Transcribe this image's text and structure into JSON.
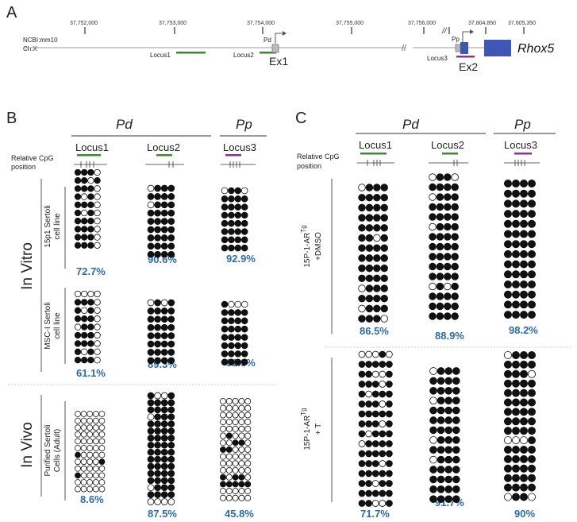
{
  "panel_labels": {
    "a": "A",
    "b": "B",
    "c": "C"
  },
  "genome": {
    "ticks": [
      "37,752,000",
      "37,753,000",
      "37,754,000",
      "37,755,000",
      "37,756,000",
      "37,804,850",
      "37,805,350"
    ],
    "ref_line1": "NCBI:mm10",
    "ref_line2": "Ch:X",
    "locus1": "Locus1",
    "locus2": "Locus2",
    "locus3": "Locus3",
    "pd": "Pd",
    "pp": "Pp",
    "ex1": "Ex1",
    "ex2": "Ex2",
    "gene": "Rhox5",
    "colors": {
      "locus12": "#3a8a2e",
      "locus3": "#8b2f9a",
      "exon": "#3e56b4"
    }
  },
  "panel_b": {
    "header_pd": "Pd",
    "header_pp": "Pp",
    "col_labels": [
      "Locus1",
      "Locus2",
      "Locus3"
    ],
    "cpg_line1": "Relative CpG",
    "cpg_line2": "position",
    "group_in_vitro": "In Vitro",
    "group_in_vivo": "In Vivo",
    "row_15p1_line1": "15p1 Sertoli",
    "row_15p1_line2": "cell line",
    "row_msc_line1": "MSC-I Sertoli",
    "row_msc_line2": "cell line",
    "row_purified_line1": "Purified Sertoli",
    "row_purified_line2": "Cells (Adult)",
    "percents": [
      [
        "72.7%",
        "90.6%",
        "92.9%"
      ],
      [
        "61.1%",
        "89.3%",
        "91.3%"
      ],
      [
        "8.6%",
        "87.5%",
        "45.8%"
      ]
    ]
  },
  "panel_c": {
    "header_pd": "Pd",
    "header_pp": "Pp",
    "col_labels": [
      "Locus1",
      "Locus2",
      "Locus3"
    ],
    "cpg_line1": "Relative CpG",
    "cpg_line2": "position",
    "row_dmso_line1": "15P-1-AR",
    "row_dmso_sup": "Tg",
    "row_dmso_line2": "+DMSO",
    "row_t_line1": "15P-1-AR",
    "row_t_sup": "Tg",
    "row_t_line2": "+ T",
    "percents": [
      [
        "86.5%",
        "88.9%",
        "98.2%"
      ],
      [
        "71.7%",
        "91.7%",
        "90%"
      ]
    ]
  },
  "methylation_blocks": [
    {
      "panel": "B",
      "row": "15p1",
      "locus": 1,
      "pattern": [
        "1110",
        "1101",
        "1110",
        "1010",
        "1110",
        "1010",
        "1110",
        "1110",
        "1110",
        "1110"
      ]
    },
    {
      "panel": "B",
      "row": "15p1",
      "locus": 2,
      "pattern": [
        "0111",
        "1111",
        "0111",
        "1111",
        "1111",
        "1111",
        "1111",
        "1111",
        "1111"
      ]
    },
    {
      "panel": "B",
      "row": "15p1",
      "locus": 3,
      "pattern": [
        "0110",
        "1111",
        "1111",
        "1111",
        "1111",
        "1111",
        "1111",
        "1111"
      ]
    },
    {
      "panel": "B",
      "row": "msc",
      "locus": 1,
      "pattern": [
        "0000",
        "1110",
        "1010",
        "1110",
        "0110",
        "1110",
        "1110",
        "1010",
        "1110"
      ]
    },
    {
      "panel": "B",
      "row": "msc",
      "locus": 2,
      "pattern": [
        "0101",
        "1111",
        "1111",
        "1111",
        "1111",
        "1111",
        "1111",
        "1111"
      ]
    },
    {
      "panel": "B",
      "row": "msc",
      "locus": 3,
      "pattern": [
        "1000",
        "1111",
        "1111",
        "1111",
        "1111",
        "1111",
        "1111",
        "1111"
      ]
    },
    {
      "panel": "B",
      "row": "purified",
      "locus": 1,
      "pattern": [
        "00000",
        "00000",
        "00000",
        "00000",
        "00000",
        "00000",
        "10000",
        "00001",
        "00000",
        "10000",
        "00000",
        "00000"
      ]
    },
    {
      "panel": "B",
      "row": "purified",
      "locus": 2,
      "pattern": [
        "1001",
        "1111",
        "1111",
        "0111",
        "1111",
        "1111",
        "1111",
        "1111",
        "1111",
        "1111",
        "1111",
        "1111",
        "1111",
        "0111",
        "1111",
        "0000"
      ]
    },
    {
      "panel": "B",
      "row": "purified",
      "locus": 3,
      "pattern": [
        "00000",
        "00000",
        "00000",
        "00000",
        "00000",
        "01000",
        "00110",
        "11000",
        "00000",
        "00000",
        "00000",
        "10110",
        "11111",
        "00000",
        "00000"
      ]
    },
    {
      "panel": "C",
      "row": "dmso",
      "locus": 1,
      "pattern": [
        "0111",
        "1111",
        "1111",
        "1111",
        "1111",
        "1101",
        "1111",
        "1111",
        "1111",
        "1111",
        "0111",
        "1111",
        "0111",
        "1110"
      ]
    },
    {
      "panel": "C",
      "row": "dmso",
      "locus": 2,
      "pattern": [
        "0110",
        "1111",
        "0111",
        "1111",
        "1111",
        "0111",
        "1111",
        "1111",
        "1111",
        "1111",
        "1111",
        "0101",
        "1111",
        "1111",
        "1111"
      ]
    },
    {
      "panel": "C",
      "row": "dmso",
      "locus": 3,
      "pattern": [
        "1111",
        "1111",
        "1111",
        "1111",
        "1111",
        "1111",
        "1111",
        "1111",
        "1111",
        "1111",
        "1111",
        "1111",
        "1111",
        "1111"
      ]
    },
    {
      "panel": "C",
      "row": "t",
      "locus": 1,
      "pattern": [
        "00010",
        "11111",
        "11001",
        "11101",
        "10111",
        "11101",
        "11111",
        "11101",
        "10111",
        "01111",
        "11111",
        "11101",
        "11111",
        "11011",
        "11111",
        "11001"
      ]
    },
    {
      "panel": "C",
      "row": "t",
      "locus": 2,
      "pattern": [
        "0111",
        "1111",
        "1111",
        "0111",
        "1111",
        "1111",
        "1111",
        "0111",
        "1111",
        "0111",
        "1111",
        "1111",
        "1111",
        "1111"
      ]
    },
    {
      "panel": "C",
      "row": "t",
      "locus": 3,
      "pattern": [
        "0111",
        "1111",
        "1110",
        "1111",
        "1111",
        "1111",
        "1111",
        "1111",
        "1111",
        "0001",
        "1111",
        "1111",
        "1111",
        "1111",
        "1111",
        "0110"
      ]
    }
  ]
}
